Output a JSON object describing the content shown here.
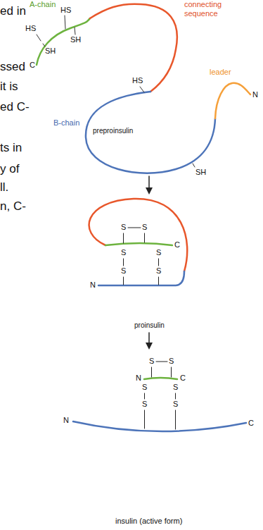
{
  "diagram": {
    "labels": [
      "ed in",
      "A-chain",
      "HS",
      "connecting sequence",
      "HS",
      "SH",
      "SH",
      "C",
      "ssed",
      "leader",
      "HS",
      "it is",
      "N",
      "ed C-",
      "B-chain",
      "preproinsulin",
      "ts in",
      "SH",
      "y of",
      "ll.",
      "n, C-",
      "S",
      "S",
      "C",
      "S",
      "S",
      "S",
      "S",
      "N",
      "proinsulin",
      "S",
      "S",
      "N",
      "C",
      "S",
      "S",
      "S",
      "S",
      "N",
      "C",
      "insulin (active form)"
    ]
  }
}
